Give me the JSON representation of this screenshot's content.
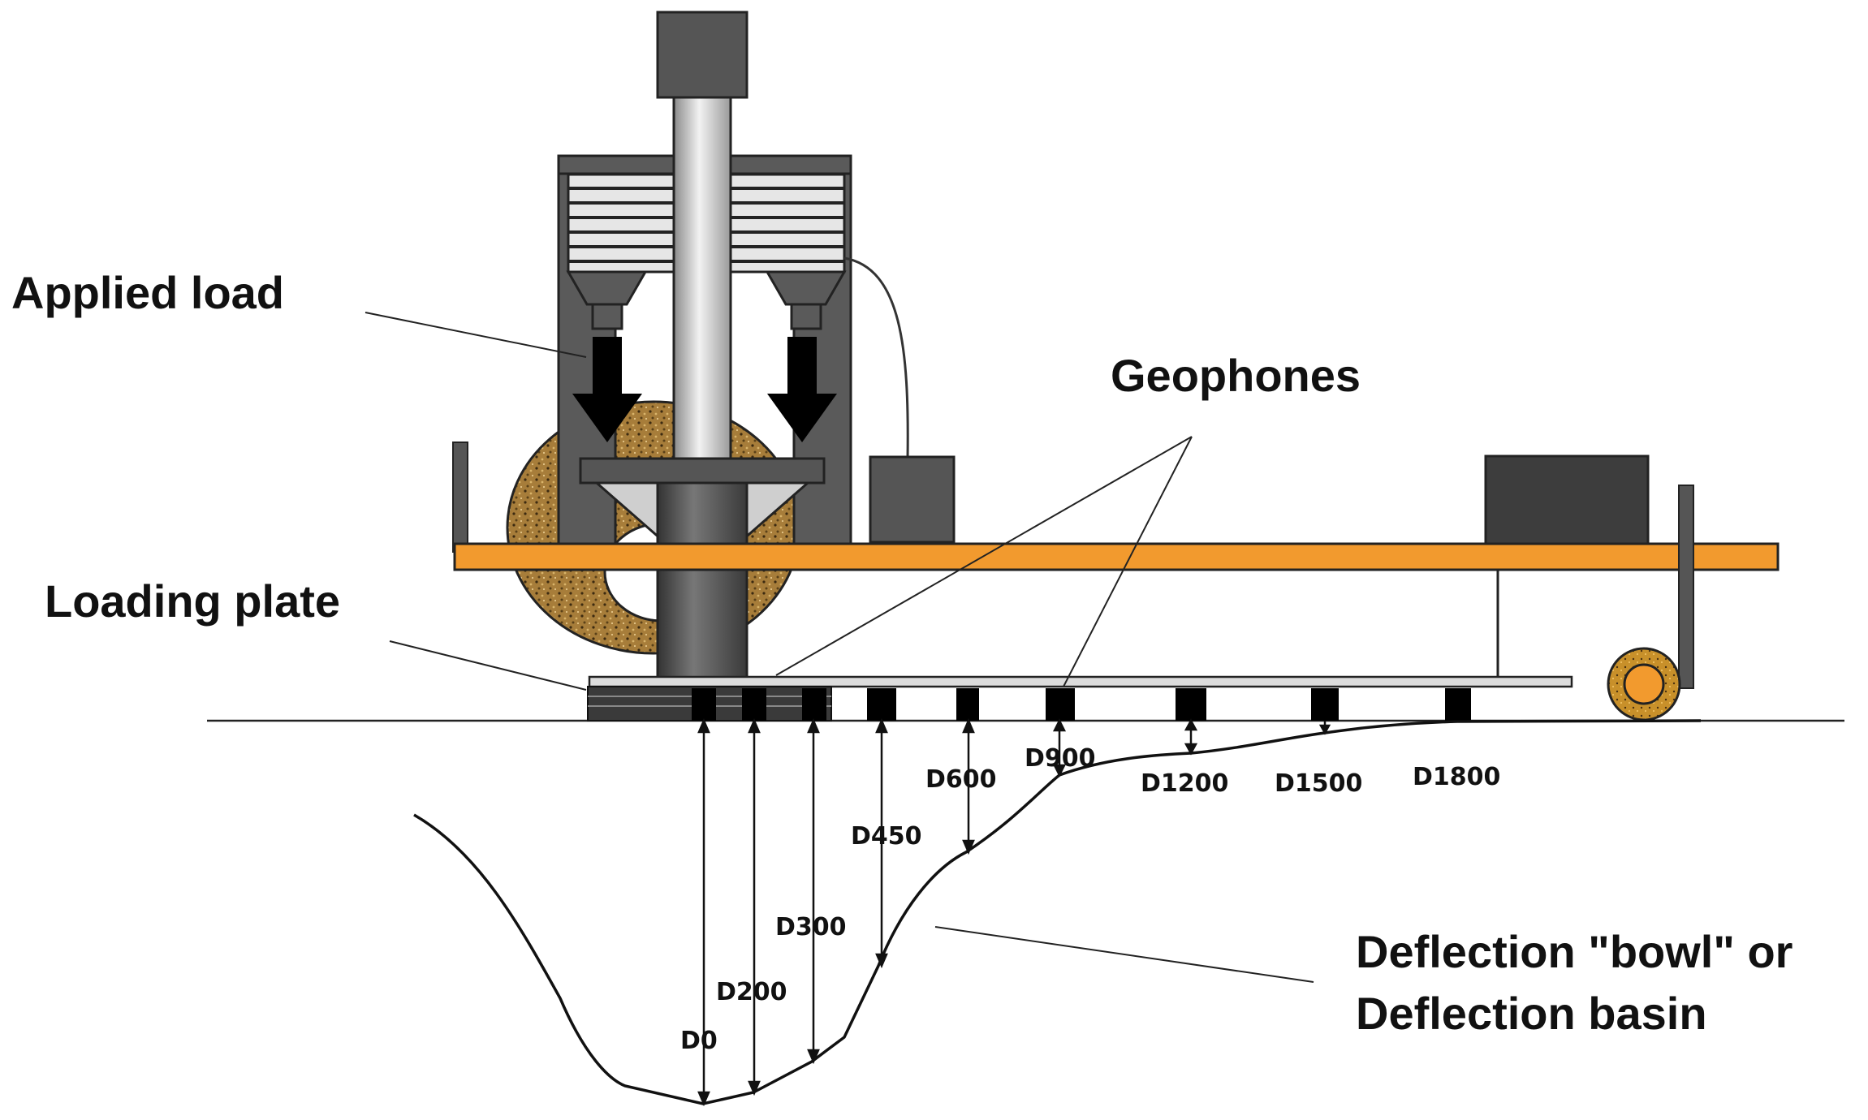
{
  "labels": {
    "applied_load": "Applied load",
    "geophones": "Geophones",
    "loading_plate": "Loading plate",
    "deflection_line1": "Deflection \"bowl\" or",
    "deflection_line2": "Deflection basin"
  },
  "deflections": [
    "D0",
    "D200",
    "D300",
    "D450",
    "D600",
    "D900",
    "D1200",
    "D1500",
    "D1800"
  ],
  "colors": {
    "frame": "#F29A2E",
    "equipment_dark": "#555555",
    "equipment_black": "#111111",
    "mass": "#A07830",
    "cylinder": "#C8C8C8",
    "block": "#4A4A4A"
  }
}
